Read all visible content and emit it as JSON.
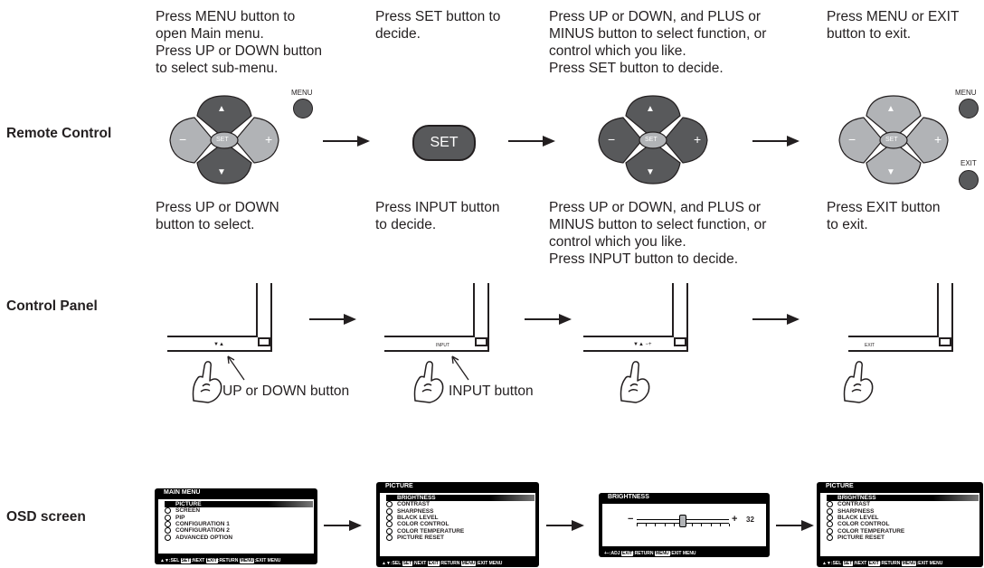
{
  "rows": {
    "remote": "Remote Control",
    "panel": "Control Panel",
    "osd": "OSD screen"
  },
  "remote_steps": [
    "Press MENU button to\nopen Main menu.\nPress UP or DOWN button\nto select sub-menu.",
    "Press SET button to\ndecide.",
    "Press UP or DOWN, and PLUS or\nMINUS button to select function, or\ncontrol which you like.\nPress SET button to decide.",
    "Press MENU or EXIT\nbutton to exit."
  ],
  "panel_steps": [
    "Press UP or DOWN\nbutton to select.",
    "Press INPUT button\nto decide.",
    "Press UP or DOWN, and PLUS or\nMINUS button to select function, or\ncontrol which you like.\nPress INPUT button to decide.",
    "Press EXIT button\nto exit."
  ],
  "remote_labels": {
    "menu1": "MENU",
    "set_small": "SET",
    "set_big": "SET",
    "menu2": "MENU",
    "exit": "EXIT",
    "minus": "−",
    "plus": "+",
    "up": "▲",
    "down": "▼"
  },
  "panel_labels": {
    "updown_marks": "▼▲",
    "input_mark": "INPUT",
    "adj_marks": "▼▲  −+",
    "exit_mark": "EXIT",
    "callout1": "UP or DOWN button",
    "callout2": "INPUT button"
  },
  "osd": {
    "main_menu": {
      "title": "MAIN MENU",
      "items": [
        "PICTURE",
        "SCREEN",
        "PIP",
        "CONFIGURATION 1",
        "CONFIGURATION 2",
        "ADVANCED OPTION"
      ],
      "selected": 0,
      "footer": [
        "▲▼:SEL ",
        "SET",
        ":NEXT ",
        "EXIT",
        ":RETURN ",
        "MENU",
        ":EXIT MENU"
      ]
    },
    "picture": {
      "title": "PICTURE",
      "items": [
        "BRIGHTNESS",
        "CONTRAST",
        "SHARPNESS",
        "BLACK LEVEL",
        "COLOR CONTROL",
        "COLOR TEMPERATURE",
        "PICTURE RESET"
      ],
      "selected": 0,
      "footer": [
        "▲▼:SEL ",
        "SET",
        ":NEXT ",
        "EXIT",
        ":RETURN ",
        "MENU",
        ":EXIT MENU"
      ]
    },
    "brightness": {
      "title": "BRIGHTNESS",
      "minus": "−",
      "plus": "+",
      "value": "32",
      "level_fraction": 0.5,
      "footer": [
        "+−:ADJ          ",
        "EXIT",
        ":RETURN ",
        "MENU",
        ":EXIT MENU"
      ]
    }
  },
  "colors": {
    "dark_btn": "#58595b",
    "light_btn": "#b1b3b6",
    "line": "#231f20"
  }
}
